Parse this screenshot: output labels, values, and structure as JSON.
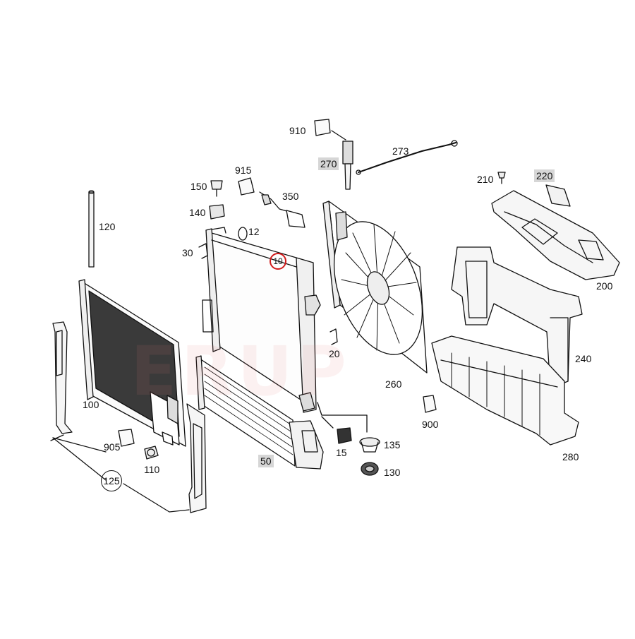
{
  "watermark": "ERUP",
  "labels": {
    "p910": "910",
    "p273": "273",
    "p270": "270",
    "p915": "915",
    "p150": "150",
    "p350": "350",
    "p140": "140",
    "p210": "210",
    "p220": "220",
    "p120": "120",
    "p12": "12",
    "p30": "30",
    "p10": "10",
    "p200": "200",
    "p100": "100",
    "p20": "20",
    "p240": "240",
    "p260": "260",
    "p900": "900",
    "p905": "905",
    "p15": "15",
    "p135": "135",
    "p110": "110",
    "p50": "50",
    "p130": "130",
    "p280": "280",
    "p125": "125"
  }
}
